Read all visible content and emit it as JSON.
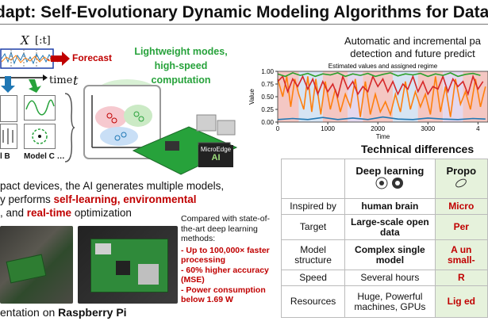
{
  "title": "dapt: Self-Evolutionary Dynamic Modeling Algorithms for Data S",
  "diagram": {
    "x_label": "X",
    "x_index": "[:t]",
    "forecast": "Forecast",
    "time_label": "time",
    "t_label": "t",
    "lightweight": "Lightweight modes, high-speed computation",
    "model_b": "l B",
    "model_c": "Model C …",
    "chip_label": "MicroEdge",
    "chip_ai": "AI"
  },
  "chart_title": "Automatic and incremental pa",
  "chart_title2": "detection and future predict",
  "chart_data": {
    "type": "line",
    "title": "Estimated values and assigned regime",
    "xlabel": "Time",
    "ylabel": "Value",
    "xlim": [
      0,
      4200
    ],
    "ylim": [
      0.0,
      1.0
    ],
    "x_ticks": [
      "0",
      "1000",
      "2000",
      "3000",
      "4"
    ],
    "y_ticks": [
      "0.00",
      "0.25",
      "0.50",
      "0.75",
      "1.00"
    ],
    "series": [
      {
        "color": "#ff7f0e",
        "x": [
          0,
          100,
          180,
          260,
          340,
          420,
          520,
          600,
          680,
          760,
          860,
          950,
          1050,
          1150,
          1250,
          1350,
          1450,
          1550,
          1650,
          1750,
          1850,
          1950,
          2050,
          2150,
          2250,
          2350,
          2450,
          2550,
          2650,
          2750,
          2850,
          2950,
          3050,
          3150,
          3250,
          3350,
          3450,
          3550,
          3650,
          3750,
          3850,
          3950,
          4050,
          4150
        ],
        "y": [
          0.85,
          0.5,
          0.9,
          0.3,
          0.85,
          0.55,
          0.25,
          0.9,
          0.2,
          0.85,
          0.15,
          0.8,
          0.25,
          0.65,
          0.2,
          0.55,
          0.3,
          0.85,
          0.1,
          0.8,
          0.15,
          0.55,
          0.2,
          0.4,
          0.15,
          0.55,
          0.2,
          0.8,
          0.25,
          0.6,
          0.3,
          0.55,
          0.15,
          0.9,
          0.2,
          0.7,
          0.1,
          0.85,
          0.35,
          0.6,
          0.25,
          0.85,
          0.3,
          0.7
        ]
      },
      {
        "color": "#d62728",
        "x": [
          0,
          100,
          200,
          300,
          400,
          500,
          600,
          700,
          800,
          900,
          1000,
          1100,
          1200,
          1300,
          1400,
          1500,
          1600,
          1700,
          1800,
          1900,
          2000,
          2100,
          2200,
          2300,
          2400,
          2500,
          2600,
          2700,
          2800,
          2900,
          3000,
          3100,
          3200,
          3300,
          3400,
          3500,
          3600,
          3700,
          3800,
          3900,
          4000,
          4100
        ],
        "y": [
          0.8,
          0.9,
          0.6,
          0.85,
          0.7,
          0.9,
          0.65,
          0.85,
          0.55,
          0.8,
          0.6,
          0.75,
          0.5,
          0.9,
          0.65,
          0.8,
          0.55,
          0.7,
          0.6,
          0.9,
          0.7,
          0.85,
          0.6,
          0.8,
          0.55,
          0.75,
          0.65,
          0.9,
          0.6,
          0.8,
          0.55,
          0.7,
          0.65,
          0.9,
          0.6,
          0.85,
          0.7,
          0.8,
          0.55,
          0.9,
          0.65,
          0.8
        ]
      },
      {
        "color": "#2ca02c",
        "x": [
          0,
          150,
          300,
          450,
          600,
          750,
          900,
          1050,
          1200,
          1350,
          1500,
          1650,
          1800,
          1950,
          2100,
          2250,
          2400,
          2550,
          2700,
          2850,
          3000,
          3150,
          3300,
          3450,
          3600,
          3750,
          3900,
          4050
        ],
        "y": [
          0.95,
          0.9,
          0.97,
          0.92,
          0.96,
          0.9,
          0.95,
          0.93,
          0.97,
          0.9,
          0.95,
          0.92,
          0.96,
          0.9,
          0.94,
          0.97,
          0.91,
          0.95,
          0.93,
          0.96,
          0.9,
          0.95,
          0.92,
          0.97,
          0.9,
          0.94,
          0.96,
          0.92
        ]
      },
      {
        "color": "#1f77b4",
        "x": [
          0,
          300,
          600,
          900,
          1200,
          1500,
          1800,
          2100,
          2400,
          2700,
          3000,
          3300,
          3600,
          3900,
          4150
        ],
        "y": [
          0.05,
          0.07,
          0.05,
          0.09,
          0.05,
          0.08,
          0.05,
          0.1,
          0.06,
          0.05,
          0.08,
          0.06,
          0.05,
          0.07,
          0.06
        ]
      }
    ],
    "regimes": [
      {
        "x0": 0,
        "x1": 420,
        "color": "#f4c7c3"
      },
      {
        "x0": 420,
        "x1": 900,
        "color": "#d6e4f3"
      },
      {
        "x0": 900,
        "x1": 1400,
        "color": "#f4c7c3"
      },
      {
        "x0": 1400,
        "x1": 1700,
        "color": "#e4d8ee"
      },
      {
        "x0": 1700,
        "x1": 2300,
        "color": "#f4c7c3"
      },
      {
        "x0": 2300,
        "x1": 2800,
        "color": "#d6e4f3"
      },
      {
        "x0": 2800,
        "x1": 3300,
        "color": "#f4c7c3"
      },
      {
        "x0": 3300,
        "x1": 3700,
        "color": "#e4d8ee"
      },
      {
        "x0": 3700,
        "x1": 4200,
        "color": "#f4c7c3"
      }
    ]
  },
  "tech_heading": "Technical differences",
  "table": {
    "headers": [
      "Deep learning",
      "Propo"
    ],
    "rows": [
      {
        "label": "Inspired by",
        "dl": "human brain",
        "pr": "Micro"
      },
      {
        "label": "Target",
        "dl": "Large-scale open data",
        "pr": "Per"
      },
      {
        "label": "Model structure",
        "dl": "Complex single model",
        "pr": "A un small-"
      },
      {
        "label": "Speed",
        "dl": "Several hours",
        "pr": "R"
      },
      {
        "label": "Resources",
        "dl": "Huge, Powerful machines, GPUs",
        "pr": "Lig ed"
      }
    ]
  },
  "middle_text": {
    "line1": "pact devices, the AI generates multiple models,",
    "line2_pre": "y performs ",
    "line2_red": "self-learning, environmental",
    "line3_pre": ", and ",
    "line3_red": "real-time",
    "line3_post": " optimization"
  },
  "compare": {
    "intro": "Compared with state-of-the-art deep learning methods:",
    "bullets": [
      "Up to 100,000× faster processing",
      "60% higher accuracy (MSE)",
      "Power consumption below 1.69 W"
    ]
  },
  "caption_pre": "entation on ",
  "caption_bold": "Raspberry Pi"
}
